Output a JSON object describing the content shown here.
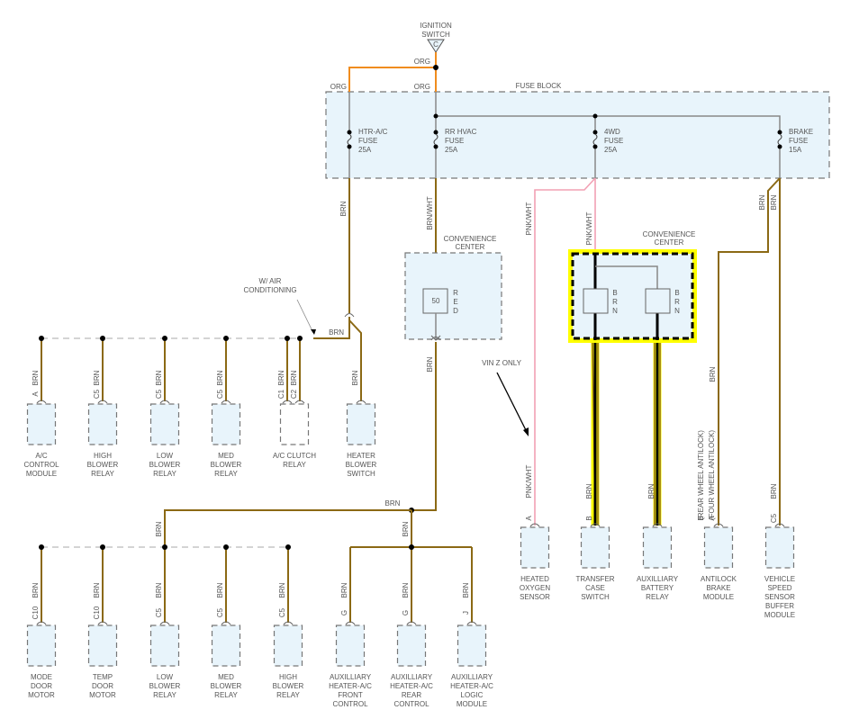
{
  "title": "HVAC / Fuse Block Power Distribution Wiring Diagram",
  "source": {
    "name_lines": [
      "IGNITION",
      "SWITCH"
    ],
    "connector": "C",
    "wire_color": "ORG"
  },
  "fuse_block": {
    "label": "FUSE BLOCK",
    "feed_labels": [
      "ORG",
      "ORG"
    ],
    "fuses": [
      {
        "lines": [
          "HTR-A/C",
          "FUSE",
          "25A"
        ],
        "name": "HTR-A/C FUSE",
        "rating": "25A"
      },
      {
        "lines": [
          "RR HVAC",
          "FUSE",
          "25A"
        ],
        "name": "RR HVAC FUSE",
        "rating": "25A"
      },
      {
        "lines": [
          "4WD",
          "FUSE",
          "25A"
        ],
        "name": "4WD FUSE",
        "rating": "25A"
      },
      {
        "lines": [
          "BRAKE",
          "FUSE",
          "15A"
        ],
        "name": "BRAKE FUSE",
        "rating": "15A"
      }
    ]
  },
  "convenience_centers": [
    {
      "lines": [
        "CONVENIENCE",
        "CENTER"
      ],
      "relays": [
        {
          "label": "50",
          "color": "RED"
        }
      ],
      "highlighted": false
    },
    {
      "lines": [
        "CONVENIENCE",
        "CENTER"
      ],
      "relays": [
        {
          "label": "",
          "color": "BRN"
        },
        {
          "label": "",
          "color": "BRN"
        }
      ],
      "highlighted": true
    }
  ],
  "wire_labels": {
    "htr_out": "BRN",
    "rr_out": "BRN/WHT",
    "rr_after_cc": "BRN",
    "fourwd_pnk_a": "PNK/WHT",
    "fourwd_pnk_b": "PNK/WHT",
    "brake_a": "BRN",
    "brake_b": "BRN",
    "ac_branch": "BRN",
    "rr_branch": "BRN",
    "rr_left": "BRN",
    "rr_right": "BRN"
  },
  "annotations": {
    "air_conditioning": [
      "W/ AIR",
      "CONDITIONING"
    ],
    "vin_z": "VIN Z ONLY",
    "antilock_a": "(REAR WHEEL ANTILOCK)",
    "antilock_b": "(FOUR WHEEL ANTILOCK)"
  },
  "row1_components": [
    {
      "lines": [
        "A/C",
        "CONTROL",
        "MODULE"
      ],
      "pin": "A",
      "wire": "BRN"
    },
    {
      "lines": [
        "HIGH",
        "BLOWER",
        "RELAY"
      ],
      "pin": "C5",
      "wire": "BRN"
    },
    {
      "lines": [
        "LOW",
        "BLOWER",
        "RELAY"
      ],
      "pin": "C5",
      "wire": "BRN"
    },
    {
      "lines": [
        "MED",
        "BLOWER",
        "RELAY"
      ],
      "pin": "C5",
      "wire": "BRN"
    },
    {
      "lines": [
        "A/C CLUTCH",
        "RELAY"
      ],
      "pins": [
        "C1",
        "C2"
      ],
      "wires": [
        "BRN",
        "BRN"
      ]
    },
    {
      "lines": [
        "HEATER",
        "BLOWER",
        "SWITCH"
      ],
      "pin": "",
      "wire": "BRN"
    }
  ],
  "row2_components": [
    {
      "lines": [
        "MODE",
        "DOOR",
        "MOTOR"
      ],
      "pin": "C10",
      "wire": "BRN"
    },
    {
      "lines": [
        "TEMP",
        "DOOR",
        "MOTOR"
      ],
      "pin": "C10",
      "wire": "BRN"
    },
    {
      "lines": [
        "LOW",
        "BLOWER",
        "RELAY"
      ],
      "pin": "C5",
      "wire": "BRN"
    },
    {
      "lines": [
        "MED",
        "BLOWER",
        "RELAY"
      ],
      "pin": "C5",
      "wire": "BRN"
    },
    {
      "lines": [
        "HIGH",
        "BLOWER",
        "RELAY"
      ],
      "pin": "C5",
      "wire": "BRN"
    },
    {
      "lines": [
        "AUXILLIARY",
        "HEATER-A/C",
        "FRONT",
        "CONTROL"
      ],
      "pin": "G",
      "wire": "BRN"
    },
    {
      "lines": [
        "AUXILLIARY",
        "HEATER-A/C",
        "REAR",
        "CONTROL"
      ],
      "pin": "G",
      "wire": "BRN"
    },
    {
      "lines": [
        "AUXILLIARY",
        "HEATER-A/C",
        "LOGIC",
        "MODULE"
      ],
      "pin": "J",
      "wire": "BRN"
    }
  ],
  "right_components": [
    {
      "lines": [
        "HEATED",
        "OXYGEN",
        "SENSOR"
      ],
      "pin": "A",
      "wire": "PNK/WHT"
    },
    {
      "lines": [
        "TRANSFER",
        "CASE",
        "SWITCH"
      ],
      "pin": "B",
      "wire": "BRN"
    },
    {
      "lines": [
        "AUXILLIARY",
        "BATTERY",
        "RELAY"
      ],
      "pin": "",
      "wire": "BRN"
    },
    {
      "lines": [
        "ANTILOCK",
        "BRAKE",
        "MODULE"
      ],
      "pins": [
        "B",
        "A"
      ],
      "wire": "BRN"
    },
    {
      "lines": [
        "VEHICLE",
        "SPEED",
        "SENSOR",
        "BUFFER",
        "MODULE"
      ],
      "pin": "C5",
      "wire": "BRN"
    }
  ],
  "colors": {
    "brn": "#8b6914",
    "org": "#f08c1e",
    "pnk": "#f2a0b4",
    "highlight": "#ffff00",
    "box_fill": "#e8f4fb"
  }
}
